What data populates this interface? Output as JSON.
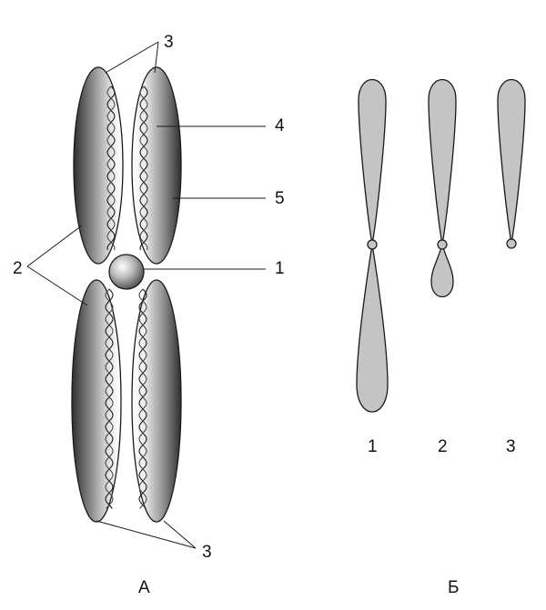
{
  "panel_a": {
    "caption": "А",
    "callouts": {
      "centromere": "1",
      "chromatid": "2",
      "telomere_top": "3",
      "telomere_bottom": "3",
      "dna_thread": "4",
      "chromosome_envelope": "5"
    }
  },
  "panel_b": {
    "caption": "Б",
    "types": [
      "1",
      "2",
      "3"
    ]
  },
  "colors": {
    "stroke": "#1a1a1a",
    "shape_fill": "#c4c4c4",
    "chromatid_dark": "#3a3a3a",
    "chromatid_light": "#f4f4f4"
  }
}
